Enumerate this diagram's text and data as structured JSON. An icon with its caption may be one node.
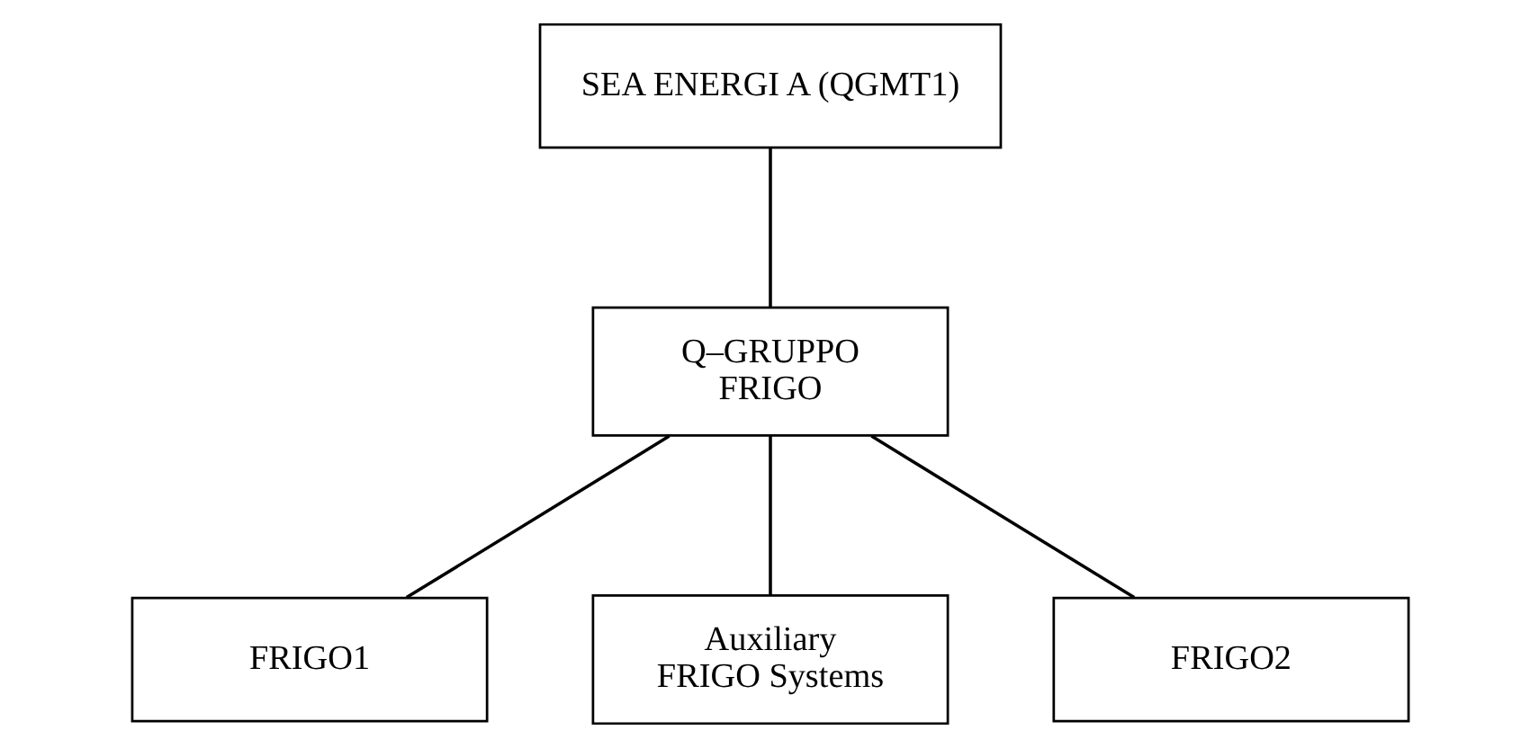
{
  "diagram": {
    "nodes": [
      {
        "text": [
          "SEA ENERGI A (QGMT1)"
        ]
      },
      {
        "text": [
          "Q–GRUPPO FRIGO"
        ]
      },
      {
        "text": [
          "FRIGO1"
        ]
      },
      {
        "text": [
          "Auxiliary FRIGO Systems"
        ]
      },
      {
        "text": [
          "FRIGO2"
        ]
      }
    ],
    "edges": [
      {
        "from": 0,
        "to": 1,
        "arrow": "none"
      },
      {
        "from": 1,
        "to": 2,
        "arrow": "none"
      },
      {
        "from": 1,
        "to": 3,
        "arrow": "none"
      },
      {
        "from": 1,
        "to": 4,
        "arrow": "none"
      }
    ]
  }
}
